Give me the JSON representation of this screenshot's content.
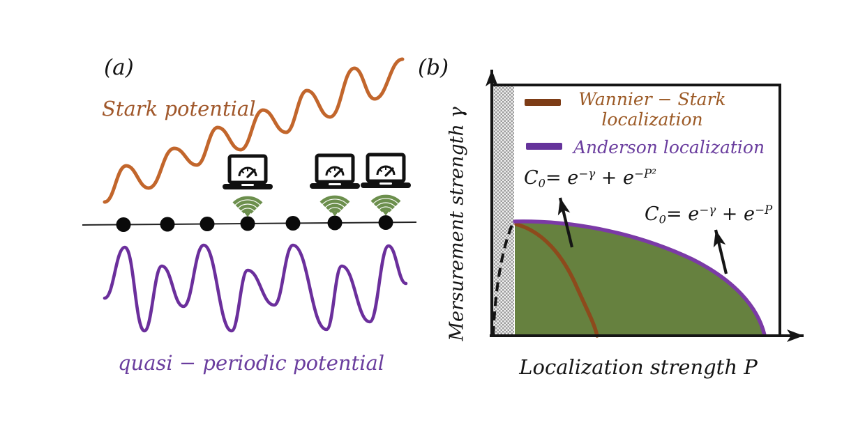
{
  "figure": {
    "panel_a": {
      "label": "(a)",
      "stark_potential_label": "Stark potential",
      "quasi_periodic_label": "quasi − periodic potential",
      "lattice_sites": 7,
      "measurement_devices": 3,
      "colors": {
        "stark_curve": "#c2662c",
        "stark_label": "#a0572a",
        "quasi_curve": "#6b2f9c",
        "quasi_label": "#6a3d9e",
        "wifi_green": "#6c8f4d",
        "lattice": "#000000"
      }
    },
    "panel_b": {
      "label": "(b)",
      "y_axis_label": "Mersurement strength γ",
      "x_axis_label": "Localization strength P",
      "legend": {
        "wannier_stark": {
          "line1": "Wannier − Stark",
          "line2": "localization",
          "swatch_color": "#7d3c16",
          "text_color": "#9c5a26"
        },
        "anderson": {
          "label": "Anderson localization",
          "swatch_color": "#65339b",
          "text_color": "#6a3d9e"
        }
      },
      "formula_wannier_stark": {
        "var": "C",
        "sub": "0",
        "eq": "= ",
        "e1": "e",
        "exp1": "−γ",
        "plus": " + ",
        "e2": "e",
        "exp2": "−P²"
      },
      "formula_anderson": {
        "var": "C",
        "sub": "0",
        "eq": "= ",
        "e1": "e",
        "exp1": "−γ",
        "plus": " + ",
        "e2": "e",
        "exp2": "−P"
      },
      "colors": {
        "localized_region_fill": "#66813f",
        "anderson_boundary": "#7b3aa6",
        "wannier_stark_boundary": "#8d4a1c",
        "dashed_boundary": "#151515",
        "hatched_strip": "#9c9c9c",
        "axes": "#151515"
      }
    }
  }
}
